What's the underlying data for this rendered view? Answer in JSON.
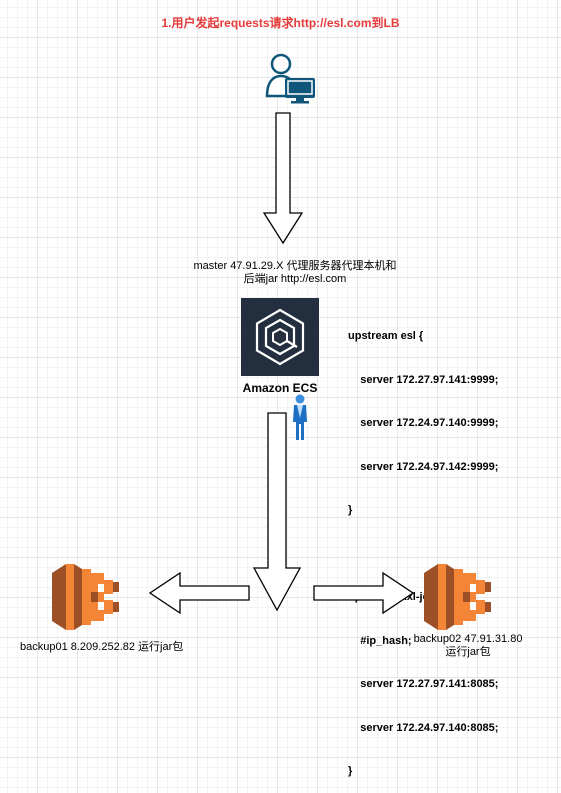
{
  "title": "1.用户发起requests请求http://esl.com到LB",
  "master": {
    "line1": "master 47.91.29.X 代理服务器代理本机和",
    "line2": "后端jar http://esl.com",
    "service_label": "Amazon ECS"
  },
  "nginx_config": [
    "upstream esl {",
    "    server 172.27.97.141:9999;",
    "    server 172.24.97.140:9999;",
    "    server 172.24.97.142:9999;",
    "}",
    "",
    "upstream xxl-job {",
    "    #ip_hash;",
    "    server 172.27.97.141:8085;",
    "    server 172.24.97.140:8085;",
    "}"
  ],
  "backup01": {
    "label": "backup01 8.209.252.82 运行jar包"
  },
  "backup02": {
    "line1": "backup02 47.91.31.80",
    "line2": "运行jar包"
  },
  "colors": {
    "title": "#e63b3b",
    "user_icon": "#10567a",
    "ecs_bg": "#232f3e",
    "ecs_outline": "#ffffff",
    "server_orange": "#f58536",
    "server_dark": "#9d5025",
    "person_blue": "#1f6fc4"
  },
  "icons": [
    "user-computer-icon",
    "amazon-ecs-icon",
    "person-icon",
    "ecs-cluster-icon"
  ]
}
